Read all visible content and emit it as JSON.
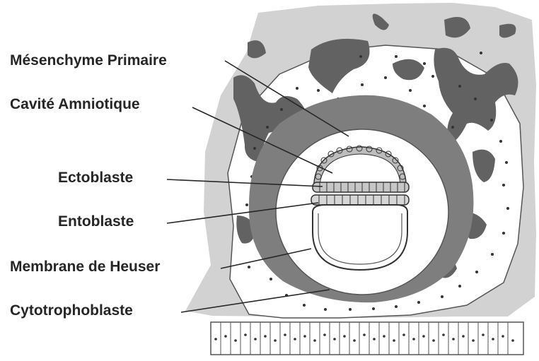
{
  "labels": {
    "mesenchyme": "Mésenchyme Primaire",
    "cavity": "Cavité Amniotique",
    "ectoblast": "Ectoblaste",
    "entoblast": "Entoblaste",
    "heuser": "Membrane de Heuser",
    "cytotrophoblast": "Cytotrophoblaste"
  },
  "colors": {
    "endometrium": "#d2d2d2",
    "syncytiotrophoblast": "#626262",
    "mesenchyme_fill": "#ffffff",
    "cytotrophoblast": "#7e7e7e",
    "cavity": "#ffffff",
    "ink": "#262626"
  }
}
